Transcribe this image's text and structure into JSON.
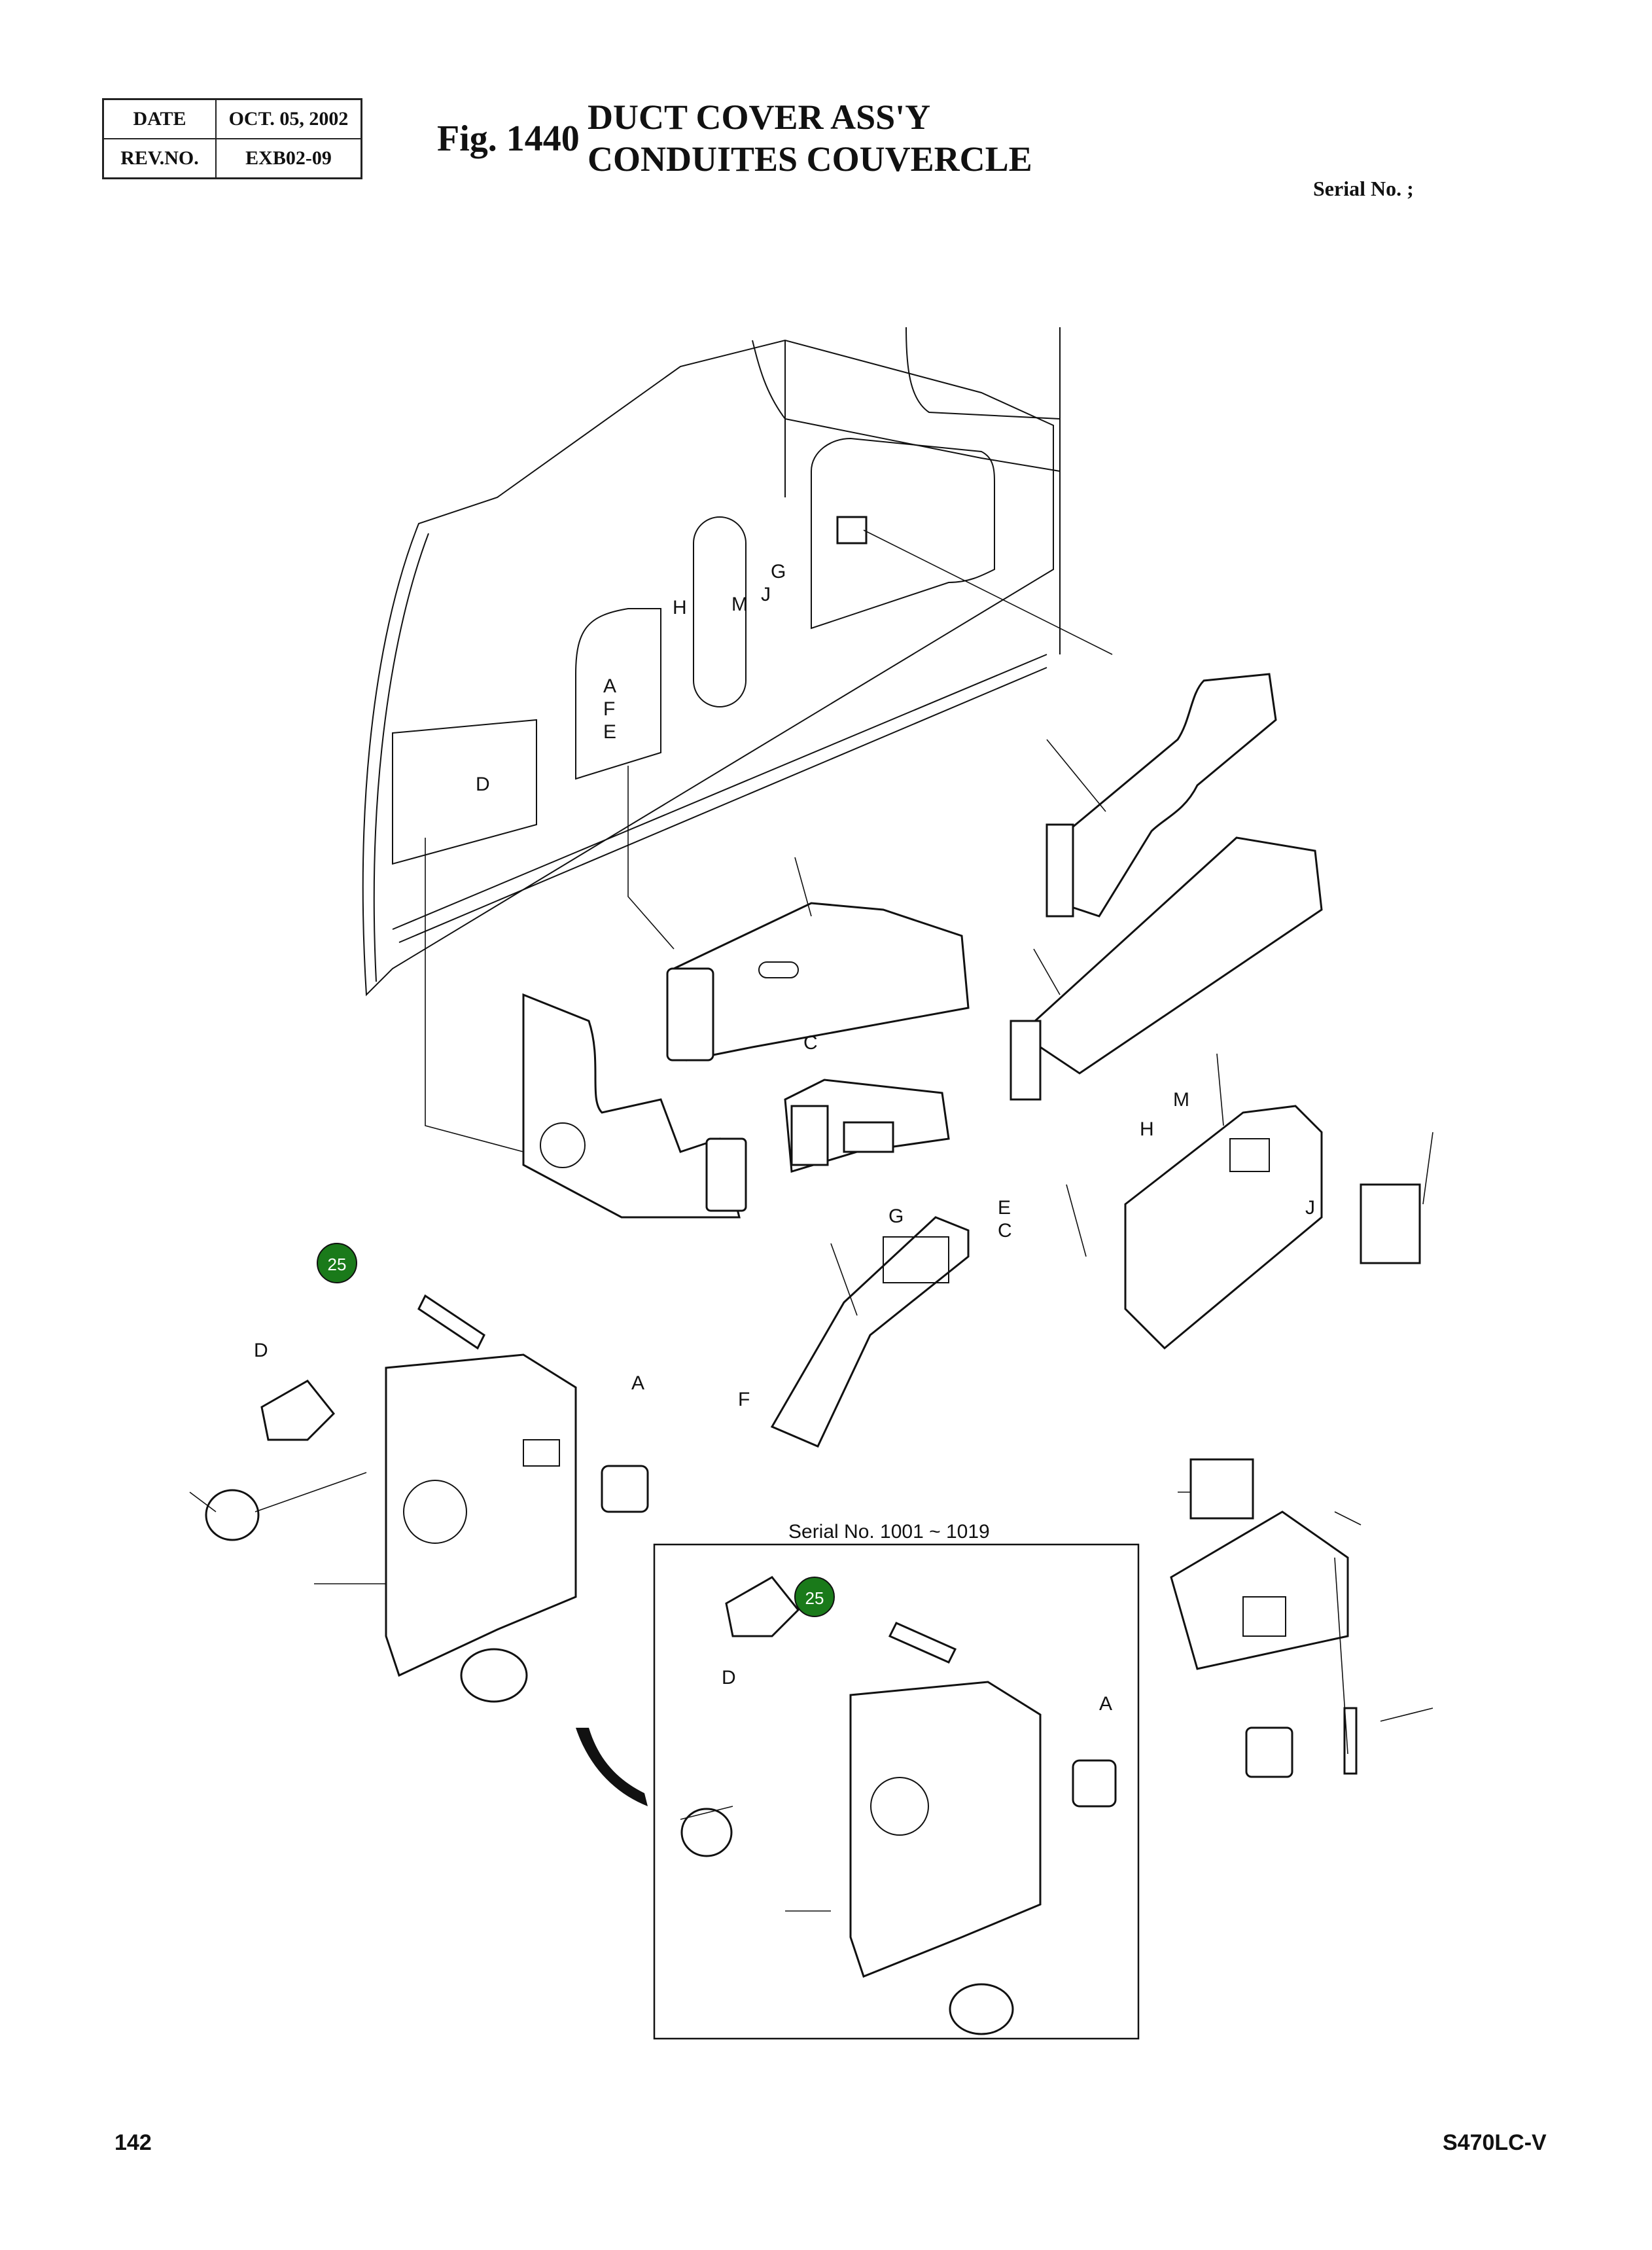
{
  "header": {
    "date_label": "DATE",
    "date_value": "OCT. 05, 2002",
    "rev_label": "REV.NO.",
    "rev_value": "EXB02-09",
    "fig_number": "Fig. 1440",
    "title_en": "DUCT COVER ASS'Y",
    "title_fr": "CONDUITES COUVERCLE",
    "serial": "Serial No. ;"
  },
  "diagram": {
    "callouts": [
      "A",
      "F",
      "E",
      "D",
      "G",
      "H",
      "M",
      "J",
      "C",
      "M",
      "H",
      "J",
      "E",
      "C",
      "G",
      "F",
      "A",
      "D",
      "A",
      "D"
    ],
    "badge_number": "25",
    "inset_title": "Serial No. 1001 ~ 1019",
    "inset_badge_number": "25"
  },
  "footer": {
    "page_number": "142",
    "model": "S470LC-V"
  }
}
